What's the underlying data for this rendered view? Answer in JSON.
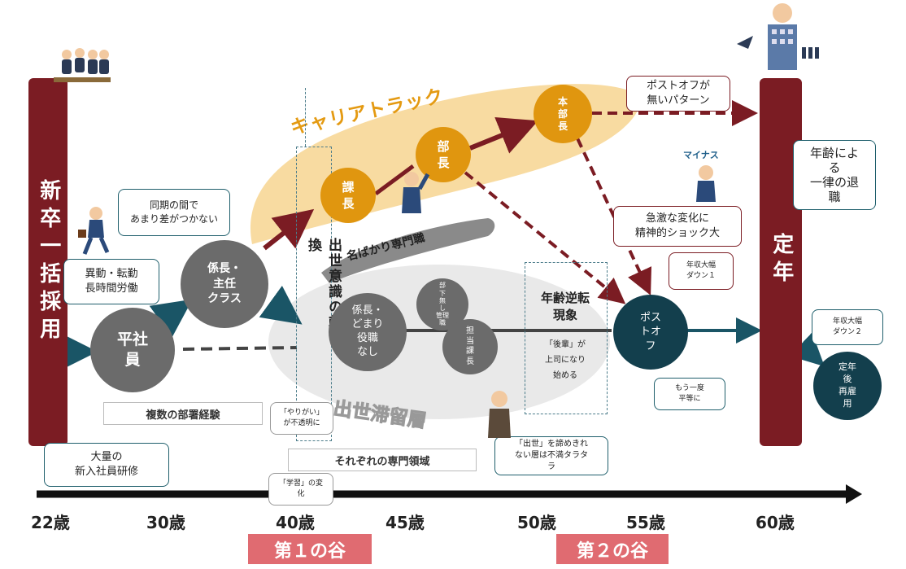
{
  "colors": {
    "bar": "#7b1c23",
    "gray_circle": "#6b6b6b",
    "gold_circle": "#e0960f",
    "teal_circle": "#133f4d",
    "career_track_bg": "#f7d591",
    "stagnation_bg": "#e9e9e9",
    "valley_bg": "#e06b71"
  },
  "bars": {
    "left_label": "新卒一括採用",
    "right_label": "定年"
  },
  "left_callouts": {
    "transfer": "異動・転勤\n長時間労働",
    "training": "大量の\n新入社員研修",
    "peers": "同期の間で\nあまり差がつかない"
  },
  "boxes": {
    "departments": "複数の部署経験",
    "specialty": "それぞれの専門領域"
  },
  "circles": {
    "hirashain": "平社\n員",
    "kakaricho_shunin": "係長・\n主任\nクラス",
    "kacho": "課\n長",
    "bucho": "部\n長",
    "honbucho": "本\n部\n長",
    "kakaricho_domari": "係長・\nどまり\n役職\nなし",
    "buka_nashi": "部\n下\n無\nし\n管理\n職",
    "tanto_kacho": "担\n当\n課\n長",
    "post_off": "ポス\nトオ\nフ",
    "teinen_saikoyo": "定年\n後\n再雇\n用"
  },
  "labels": {
    "career_track": "キャリアトラック",
    "nabakari": "名ばかり専門職",
    "shusse_teiryu": "出世滞留層",
    "ishiki_tenkan": "出世意識の転換",
    "nenrei_gyakuten": "年齢逆転\n現象",
    "kohai": "「後輩」が\n上司になり\n始める"
  },
  "mid_callouts": {
    "yarigai": "「やりがい」\nが不透明に",
    "gakushu": "「学習」の変\n化",
    "shusse_akirame": "「出世」を諦めきれ\nない層は不満タラタ\nラ",
    "moichido": "もう一度\n平等に",
    "nenshu_down1": "年収大幅\nダウン１",
    "nenshu_down2": "年収大幅\nダウン２",
    "shock": "急激な変化に\n精神的ショック大",
    "no_postoff": "ポストオフが\n無いパターン",
    "ichiritsu": "年齢によ\nる\n一律の退\n職"
  },
  "ages": [
    "22歳",
    "30歳",
    "40歳",
    "45歳",
    "50歳",
    "55歳",
    "60歳"
  ],
  "valleys": [
    "第１の谷",
    "第２の谷"
  ]
}
